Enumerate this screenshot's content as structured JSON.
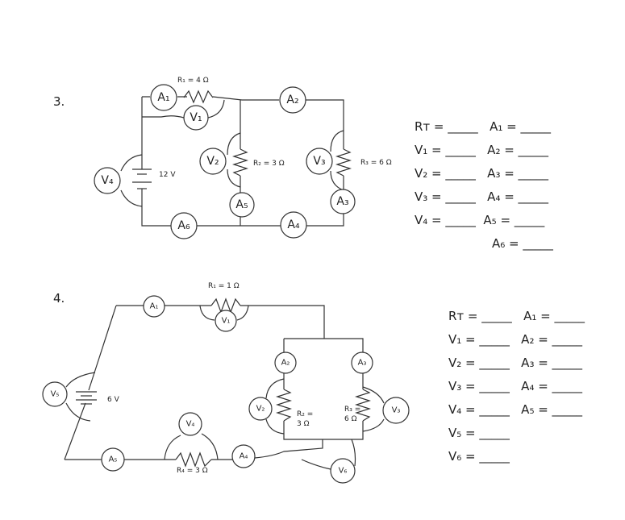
{
  "problems": [
    {
      "number": "3.",
      "source": "12 V",
      "resistors": [
        "R₁ = 4 Ω",
        "R₂ = 3 Ω",
        "R₃ = 6 Ω"
      ],
      "meters": {
        "A1": "A₁",
        "A2": "A₂",
        "A3": "A₃",
        "A4": "A₄",
        "A5": "A₅",
        "A6": "A₆",
        "V1": "V₁",
        "V2": "V₂",
        "V3": "V₃",
        "V4": "V₄"
      },
      "answers": [
        "Rᴛ = _____   A₁ = _____",
        "V₁ = _____   A₂ = _____",
        "V₂ = _____   A₃ = _____",
        "V₃ = _____   A₄ = _____",
        "V₄ = _____  A₅ = _____",
        "A₆ = _____"
      ]
    },
    {
      "number": "4.",
      "source": "6 V",
      "resistors": [
        "R₁ = 1 Ω",
        "R₂ =",
        "3 Ω",
        "R₃ =",
        "6 Ω",
        "R₄ = 3 Ω"
      ],
      "meters": {
        "A1": "A₁",
        "A2": "A₂",
        "A3": "A₃",
        "A4": "A₄",
        "A5": "A₅",
        "V1": "V₁",
        "V2": "V₂",
        "V3": "V₃",
        "V4": "V₄",
        "V5": "V₅",
        "V6": "V₆"
      },
      "answers": [
        "Rᴛ = _____   A₁ = _____",
        "V₁ = _____   A₂ = _____",
        "V₂ = _____   A₃ = _____",
        "V₃ = _____   A₄ = _____",
        "V₄ = _____   A₅ = _____",
        "V₅ = _____",
        "V₆ = _____"
      ]
    }
  ]
}
